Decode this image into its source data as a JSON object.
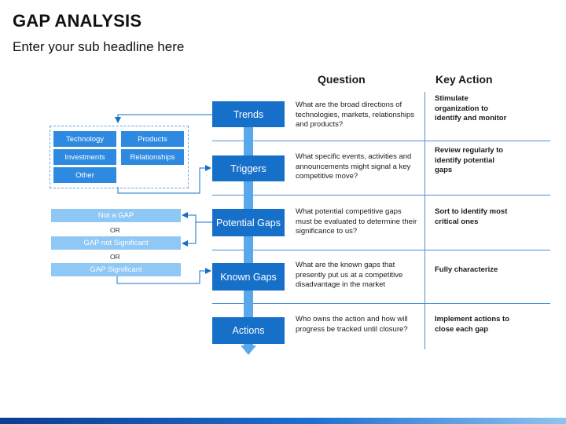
{
  "header": {
    "title": "GAP ANALYSIS",
    "subtitle": "Enter your sub headline here"
  },
  "columns": {
    "question": "Question",
    "key_action": "Key Action"
  },
  "steps": [
    {
      "label": "Trends",
      "question": "What are the broad directions of technologies, markets, relationships and products?",
      "key_action": "Stimulate organization to identify and monitor"
    },
    {
      "label": "Triggers",
      "question": "What specific events, activities and announcements might signal a key competitive move?",
      "key_action": "Review regularly to identify potential gaps"
    },
    {
      "label": "Potential Gaps",
      "question": "What potential competitive gaps must be evaluated to determine their significance to us?",
      "key_action": "Sort to identify most critical ones"
    },
    {
      "label": "Known Gaps",
      "question": "What are the known gaps that presently put us at a competitive disadvantage in the market",
      "key_action": "Fully characterize"
    },
    {
      "label": "Actions",
      "question": "Who owns the action and how will progress be tracked until closure?",
      "key_action": "Implement actions to close each gap"
    }
  ],
  "trend_areas": [
    "Technology",
    "Products",
    "Investments",
    "Relationships",
    "Other"
  ],
  "gap_outcomes": [
    "Not a GAP",
    "GAP not Significant",
    "GAP Significant"
  ],
  "or_label": "OR",
  "colors": {
    "primary": "#1670c9",
    "tile": "#2e8ae0",
    "outcome": "#8fc7f5",
    "line": "#4a90d9"
  }
}
